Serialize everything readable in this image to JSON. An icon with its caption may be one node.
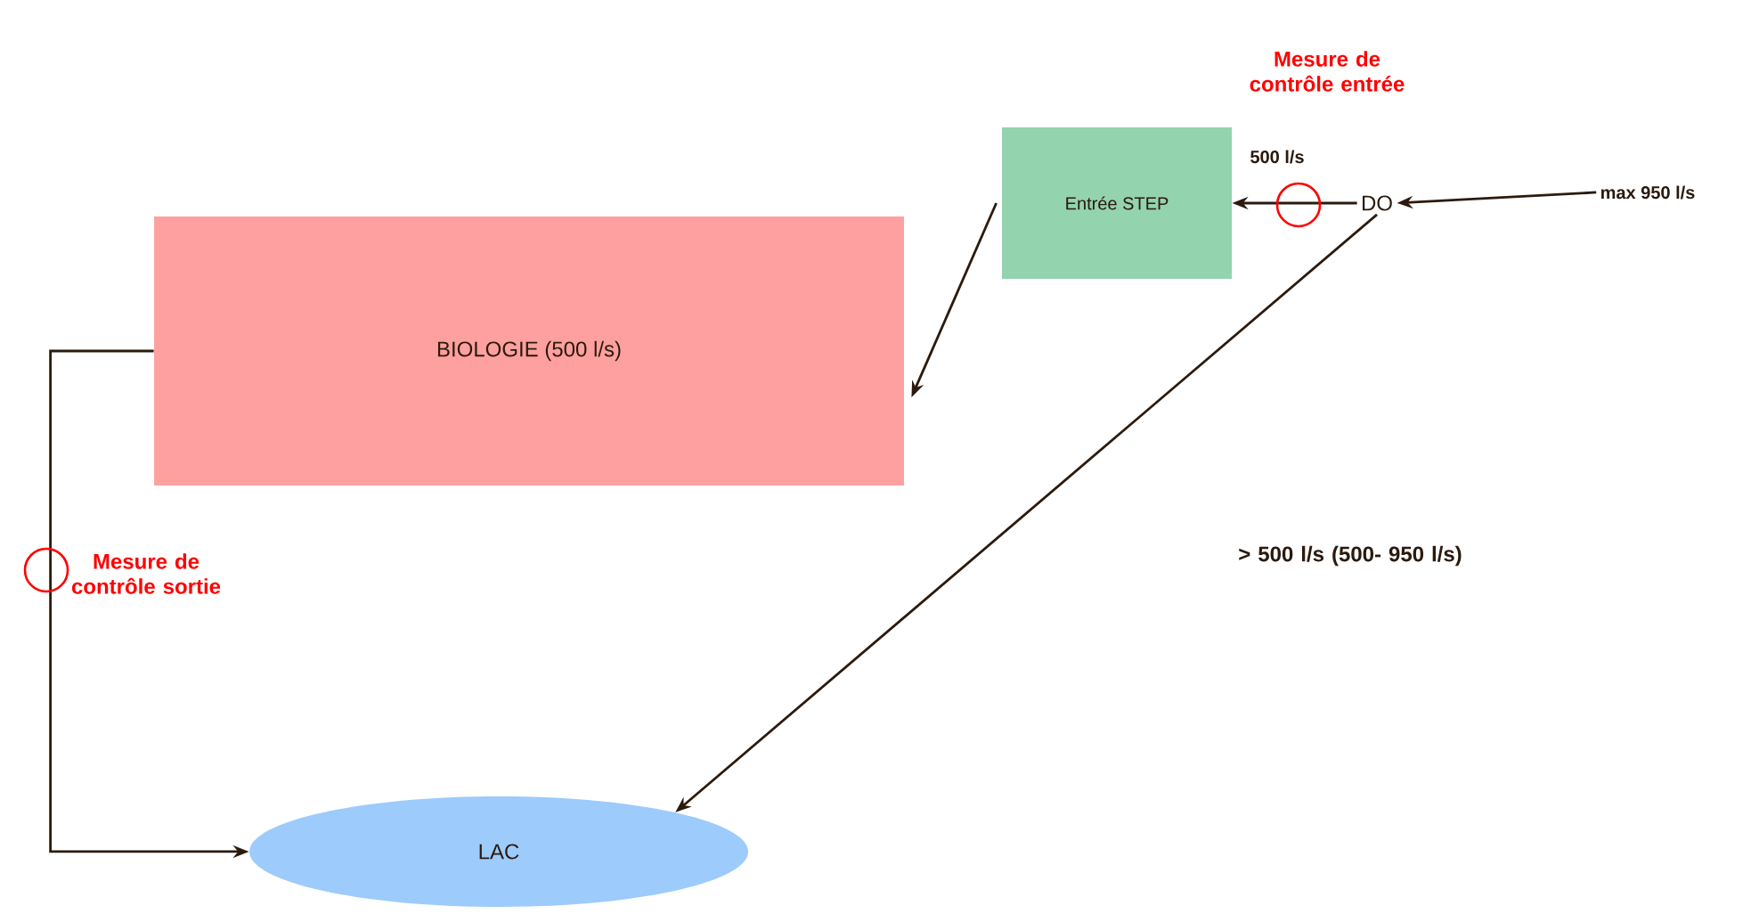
{
  "diagram": {
    "nodes": [
      {
        "text": [
          "BIOLOGIE (500 l/s)"
        ]
      },
      {
        "text": [
          "Entrée STEP"
        ]
      },
      {
        "text": [
          "DO"
        ]
      },
      {
        "text": [
          "LAC"
        ]
      },
      {
        "text": [
          "max 950 l/s"
        ]
      }
    ],
    "edges": [
      {
        "from": 4,
        "to": 2,
        "arrow": "to"
      },
      {
        "from": 2,
        "to": 1,
        "arrow": "to",
        "label": "500 l/s"
      },
      {
        "from": 1,
        "to": 0,
        "arrow": "to"
      },
      {
        "from": 2,
        "to": 3,
        "arrow": "to"
      },
      {
        "from": 0,
        "to": 3,
        "arrow": "to"
      }
    ],
    "labels": [
      "Mesure de contrôle entrée",
      "> 500 l/s (500- 950 l/s)",
      "Mesure de contrôle sortie"
    ]
  }
}
